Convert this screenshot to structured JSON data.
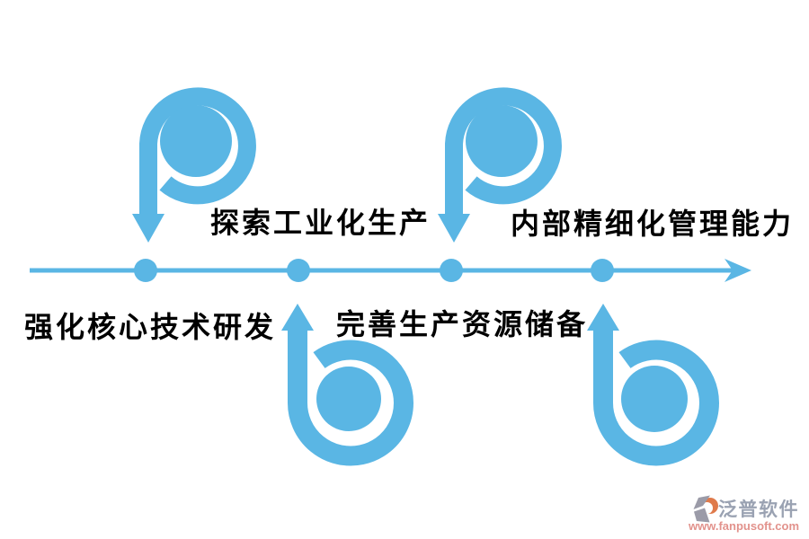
{
  "diagram": {
    "type": "timeline",
    "flow_direction": "left-to-right",
    "milestones": [
      {
        "label": "探索工业化生产",
        "side": "top",
        "marker": "loop-arrow-down"
      },
      {
        "label": "强化核心技术研发",
        "side": "bottom",
        "marker": "loop-arrow-up"
      },
      {
        "label": "内部精细化管理能力",
        "side": "top",
        "marker": "loop-arrow-down"
      },
      {
        "label": "完善生产资源储备",
        "side": "bottom",
        "marker": "loop-arrow-up"
      }
    ],
    "dot_count": 4
  },
  "colors": {
    "accent_blue": "#5ab6e4",
    "label_text": "#000000",
    "background": "#ffffff",
    "watermark_brand": "#9aa2b2",
    "watermark_url": "#e2928c",
    "logo_orange": "#df7a4b",
    "logo_gray": "#9b9ba8"
  },
  "watermark": {
    "brand": "泛普软件",
    "url": "www.fanpusoft.com"
  }
}
